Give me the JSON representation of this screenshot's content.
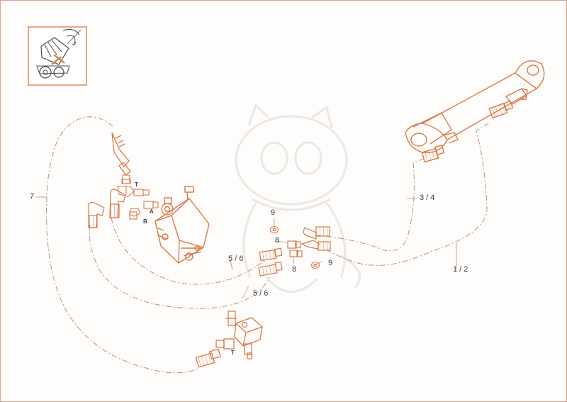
{
  "callouts": {
    "item_7": "7",
    "item_1_2": "1 / 2",
    "item_3_4": "3 / 4",
    "item_5_6_upper": "5 / 6",
    "item_5_6_lower": "5 / 6",
    "item_8_upper": "8",
    "item_8_lower": "8",
    "item_9_upper": "9",
    "item_9_lower": "9"
  },
  "port_labels": {
    "t_upper": "T",
    "a": "A",
    "b": "B",
    "t_lower": "T"
  },
  "colors": {
    "line": "#d87945",
    "leader": "#b88f80",
    "text": "#3d3d3d",
    "frame": "#d9a58f",
    "watermark": "#e9e6e3"
  },
  "icons": {
    "thumbnail": "machine-thumbnail-icon",
    "rotation": "rotation-arrow-icon"
  }
}
